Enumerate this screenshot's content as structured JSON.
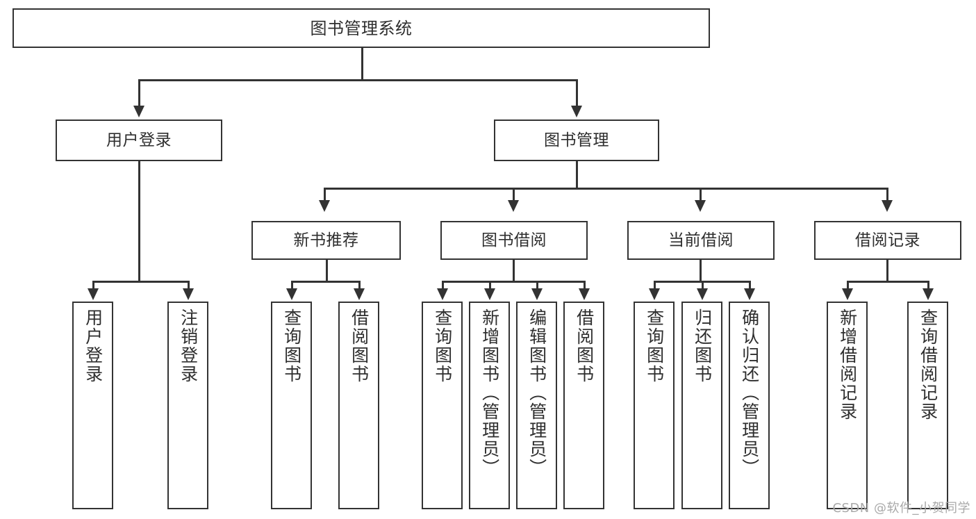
{
  "diagram": {
    "title": "图书管理系统",
    "type": "hierarchy-tree",
    "root": {
      "label": "图书管理系统"
    },
    "level1": [
      {
        "label": "用户登录"
      },
      {
        "label": "图书管理"
      }
    ],
    "level2": [
      {
        "label": "新书推荐"
      },
      {
        "label": "图书借阅"
      },
      {
        "label": "当前借阅"
      },
      {
        "label": "借阅记录"
      }
    ],
    "leaves": [
      {
        "label": "用户登录"
      },
      {
        "label": "注销登录"
      },
      {
        "label": "查询图书"
      },
      {
        "label": "借阅图书"
      },
      {
        "label": "查询图书"
      },
      {
        "label": "新增图书（管理员）"
      },
      {
        "label": "编辑图书（管理员）"
      },
      {
        "label": "借阅图书"
      },
      {
        "label": "查询图书"
      },
      {
        "label": "归还图书"
      },
      {
        "label": "确认归还（管理员）"
      },
      {
        "label": "新增借阅记录"
      },
      {
        "label": "查询借阅记录"
      }
    ]
  },
  "watermark": {
    "text": "CSDN @软件_小贺同学"
  },
  "colors": {
    "stroke": "#333333",
    "text": "#2e2e2e",
    "background": "#ffffff",
    "watermark": "#a9a9a9"
  }
}
